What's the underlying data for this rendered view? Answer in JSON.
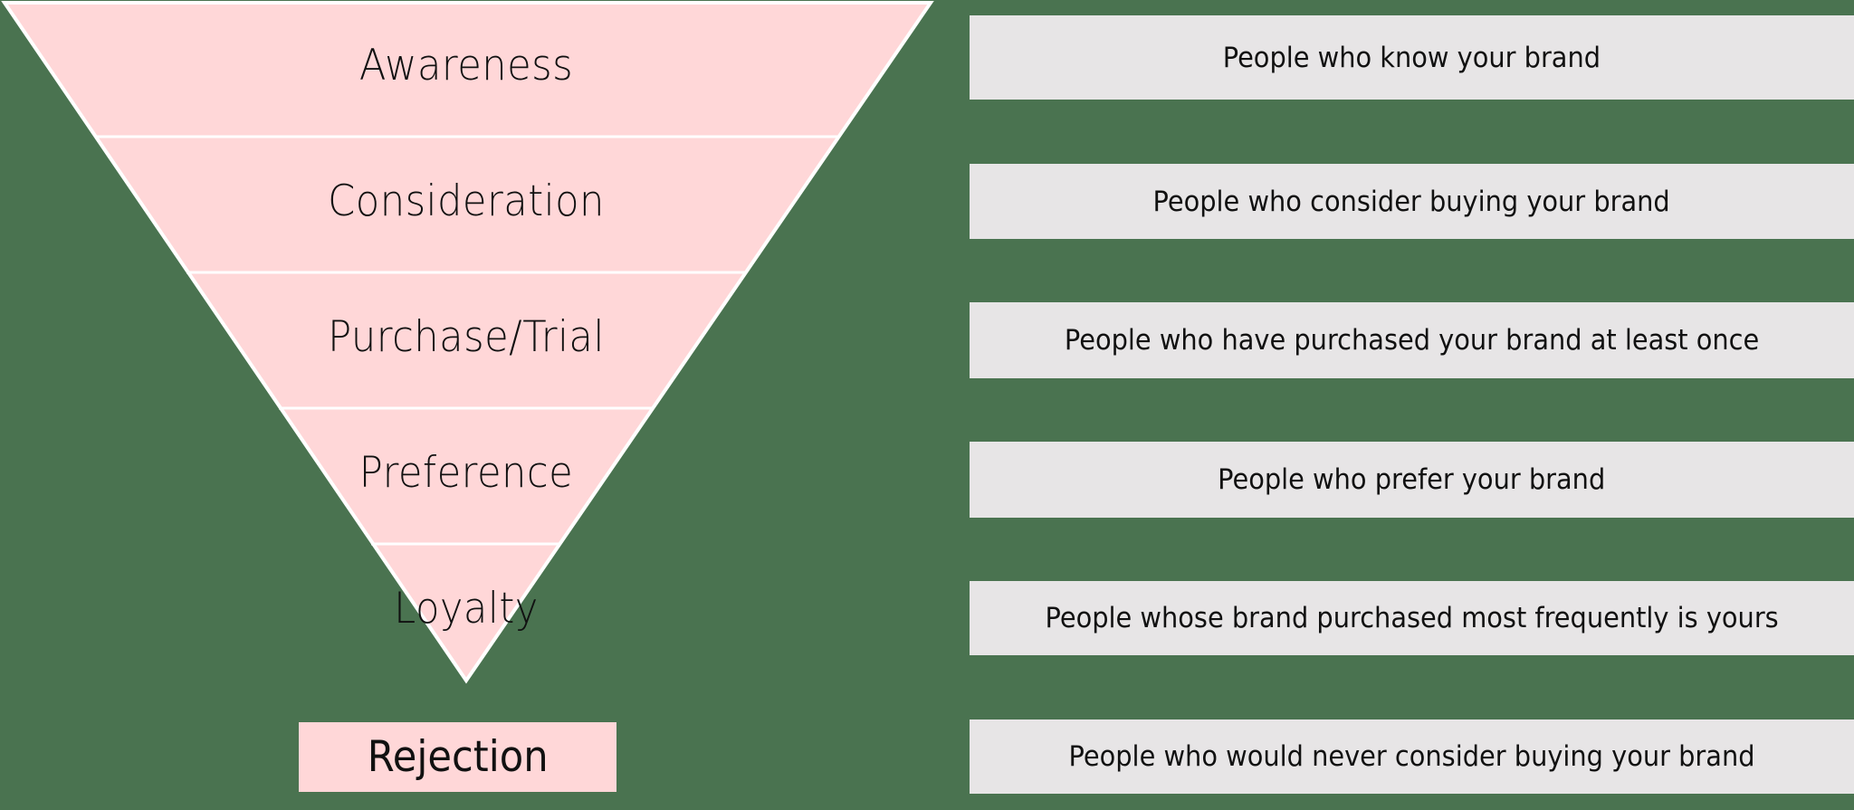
{
  "colors": {
    "background": "#4a7350",
    "funnel_fill": "#ffd7d8",
    "divider": "#ffffff",
    "description_box": "#e7e5e6",
    "text": "#111111"
  },
  "funnel": {
    "stages": [
      {
        "label": "Awareness",
        "description": "People who know your brand"
      },
      {
        "label": "Consideration",
        "description": "People who consider buying your brand"
      },
      {
        "label": "Purchase/Trial",
        "description": "People who have purchased your brand at least once"
      },
      {
        "label": "Preference",
        "description": "People who prefer your brand"
      },
      {
        "label": "Loyalty",
        "description": "People whose brand purchased most frequently is yours"
      }
    ],
    "rejection": {
      "label": "Rejection",
      "description": "People who would never consider buying your brand"
    }
  }
}
